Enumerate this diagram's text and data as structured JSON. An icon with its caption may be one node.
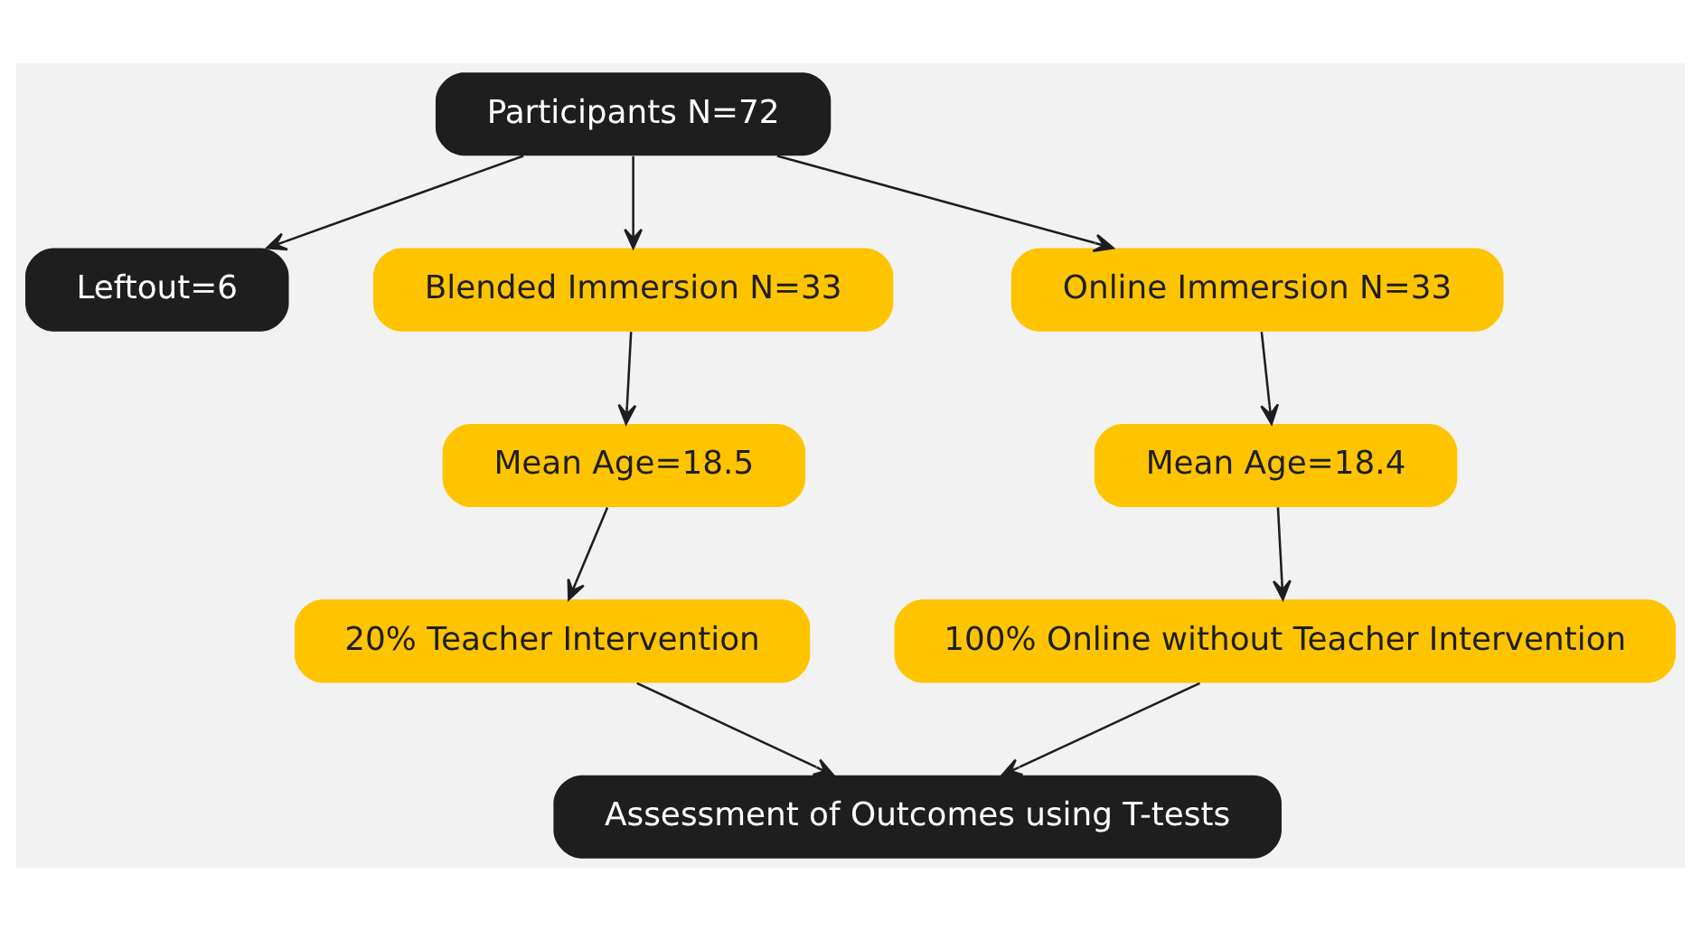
{
  "diagram": {
    "nodes": [
      {
        "text": [
          "Participants N=72"
        ]
      },
      {
        "text": [
          "Leftout=6"
        ]
      },
      {
        "text": [
          "Blended Immersion N=33"
        ]
      },
      {
        "text": [
          "Online Immersion N=33"
        ]
      },
      {
        "text": [
          "Mean Age=18.5"
        ]
      },
      {
        "text": [
          "Mean Age=18.4"
        ]
      },
      {
        "text": [
          "20% Teacher Intervention"
        ]
      },
      {
        "text": [
          "100% Online without Teacher Intervention"
        ]
      },
      {
        "text": [
          "Assessment of Outcomes using T-tests"
        ]
      }
    ],
    "edges": [
      {
        "from": 0,
        "to": 1,
        "arrow": "to"
      },
      {
        "from": 0,
        "to": 2,
        "arrow": "to"
      },
      {
        "from": 0,
        "to": 3,
        "arrow": "to"
      },
      {
        "from": 2,
        "to": 4,
        "arrow": "to"
      },
      {
        "from": 3,
        "to": 5,
        "arrow": "to"
      },
      {
        "from": 4,
        "to": 6,
        "arrow": "to"
      },
      {
        "from": 5,
        "to": 7,
        "arrow": "to"
      },
      {
        "from": 6,
        "to": 8,
        "arrow": "to"
      },
      {
        "from": 7,
        "to": 8,
        "arrow": "to"
      }
    ]
  }
}
